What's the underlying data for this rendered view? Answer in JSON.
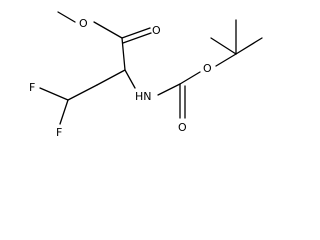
{
  "structure": {
    "atom_labels": {
      "ester_methoxy_oxygen": "O",
      "ester_carbonyl_oxygen": "O",
      "amine": "HN",
      "carbamate_ether_oxygen": "O",
      "carbamate_carbonyl_oxygen": "O",
      "fluorine_upper": "F",
      "fluorine_lower": "F"
    }
  },
  "colors": {
    "bond": "#000000",
    "label": "#000000",
    "background": "#ffffff"
  }
}
